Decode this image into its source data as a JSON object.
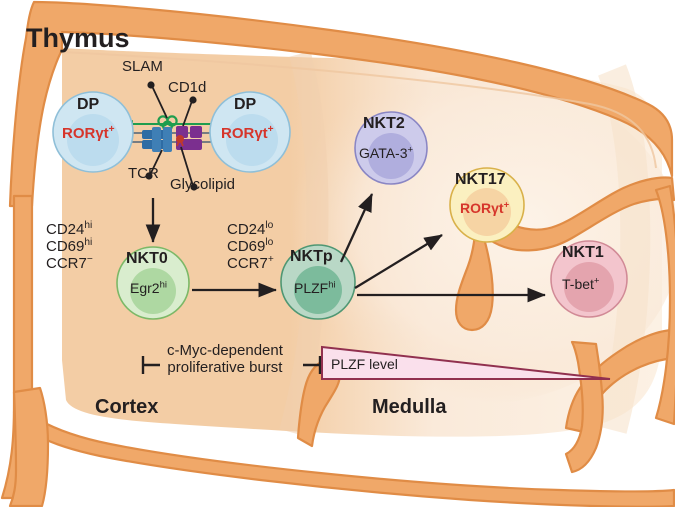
{
  "title": "Thymus",
  "regions": {
    "cortex": "Cortex",
    "medulla": "Medulla"
  },
  "synapse": {
    "labels": {
      "slam": "SLAM",
      "cd1d": "CD1d",
      "tcr": "TCR",
      "glycolipid": "Glycolipid"
    },
    "colors": {
      "slam": "#1f9d4e",
      "tcr": "#2e6ca4",
      "cd1d": "#7b2f8f",
      "glycolipid": "#c0392b"
    }
  },
  "cells": {
    "dp_left": {
      "name": "DP",
      "marker": "RORγt",
      "marker_sup": "+",
      "fill": "#cfe6f2",
      "nucleus": "#bcdcee",
      "stroke": "#8fbfd8"
    },
    "dp_right": {
      "name": "DP",
      "marker": "RORγt",
      "marker_sup": "+",
      "fill": "#cfe6f2",
      "nucleus": "#bcdcee",
      "stroke": "#8fbfd8"
    },
    "nkt0": {
      "name": "NKT0",
      "marker": "Egr2",
      "marker_sup": "hi",
      "fill": "#d9edce",
      "nucleus": "#aed8a2",
      "stroke": "#7cb867"
    },
    "nktp": {
      "name": "NKTp",
      "marker": "PLZF",
      "marker_sup": "hi",
      "fill": "#b9d8c6",
      "nucleus": "#7cbb9c",
      "stroke": "#4f9773"
    },
    "nkt2": {
      "name": "NKT2",
      "marker": "GATA-3",
      "marker_sup": "+",
      "fill": "#cdcbeb",
      "nucleus": "#b0aede",
      "stroke": "#8a86c4"
    },
    "nkt17": {
      "name": "NKT17",
      "marker": "RORγt",
      "marker_sup": "+",
      "fill": "#fbf0c0",
      "nucleus": "#f6d4a4",
      "stroke": "#d9b14a"
    },
    "nkt1": {
      "name": "NKT1",
      "marker": "T-bet",
      "marker_sup": "+",
      "fill": "#f3c5cd",
      "nucleus": "#e4a4ae",
      "stroke": "#d18a96"
    }
  },
  "markers_left": {
    "cd24": "CD24",
    "cd24_sup": "hi",
    "cd69": "CD69",
    "cd69_sup": "hi",
    "ccr7": "CCR7",
    "ccr7_sup": "−"
  },
  "markers_right": {
    "cd24": "CD24",
    "cd24_sup": "lo",
    "cd69": "CD69",
    "cd69_sup": "lo",
    "ccr7": "CCR7",
    "ccr7_sup": "+"
  },
  "annotations": {
    "cmyc_line1": "c-Myc-dependent",
    "cmyc_line2": "proliferative burst",
    "plzf_level": "PLZF level"
  },
  "palette": {
    "capsule": "#eda05a",
    "capsule_fill": "#f0a869",
    "cortex": "#f3cda5",
    "medulla": "#faeada",
    "plzf_triangle_fill": "#fae0ec",
    "plzf_triangle_stroke": "#91304f",
    "arrow": "#231f20"
  }
}
